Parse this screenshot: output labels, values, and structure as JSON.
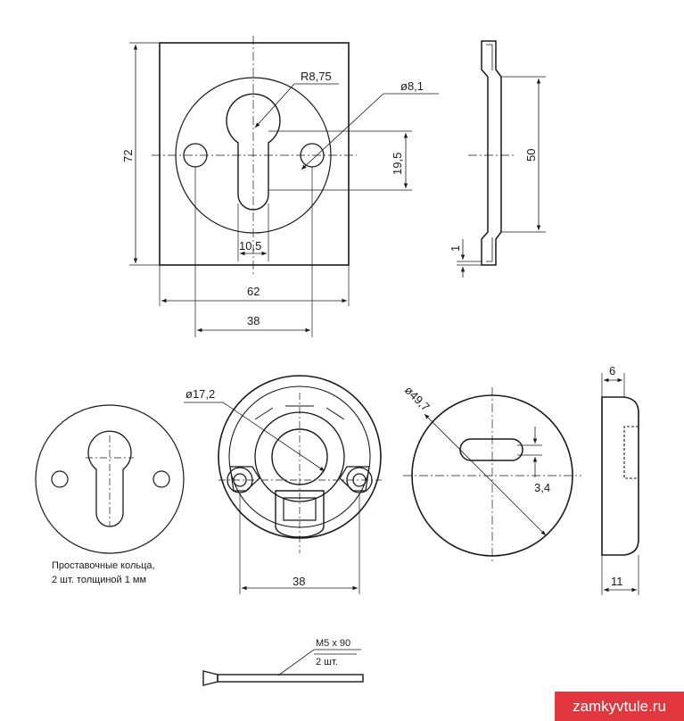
{
  "front_view": {
    "radius_label": "R8,75",
    "hole_diameter_label": "ø8,1",
    "height_label": "72",
    "offset_label": "19,5",
    "slot_width_label": "10,5",
    "width_label": "62",
    "hole_spacing_label": "38"
  },
  "side_view": {
    "height_label": "50",
    "thickness_label": "1"
  },
  "spacer_ring": {
    "caption_line1": "Проставочные кольца,",
    "caption_line2": "2 шт. толщиной 1 мм"
  },
  "base_view": {
    "diameter_label": "ø17,2",
    "hole_spacing_label": "38"
  },
  "rosette_front": {
    "diameter_label": "ø49,7",
    "slot_label": "3,4"
  },
  "rosette_side": {
    "top_label": "6",
    "bottom_label": "11"
  },
  "screw": {
    "size_label": "M5 x 90",
    "qty_label": "2 шт."
  },
  "watermark": "zamkyvtule.ru"
}
